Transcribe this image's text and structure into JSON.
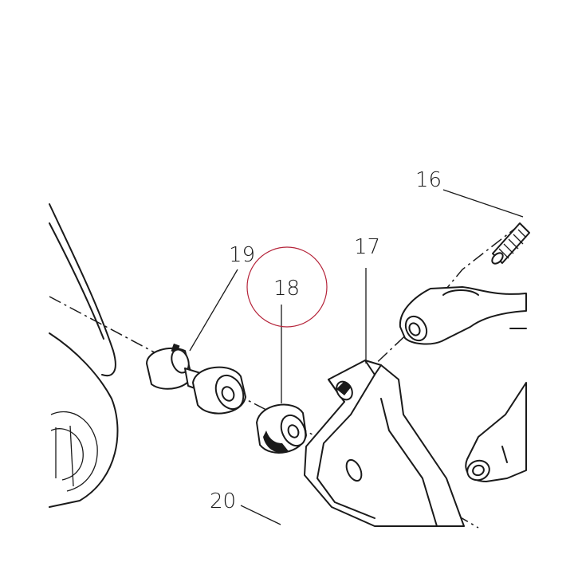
{
  "diagram": {
    "callouts": [
      "16",
      "17",
      "18",
      "19",
      "20"
    ],
    "highlighted_callout": "18",
    "colors": {
      "ink": "#1a1a1a",
      "background": "#ffffff",
      "highlight_ring": "#b5243a"
    }
  }
}
